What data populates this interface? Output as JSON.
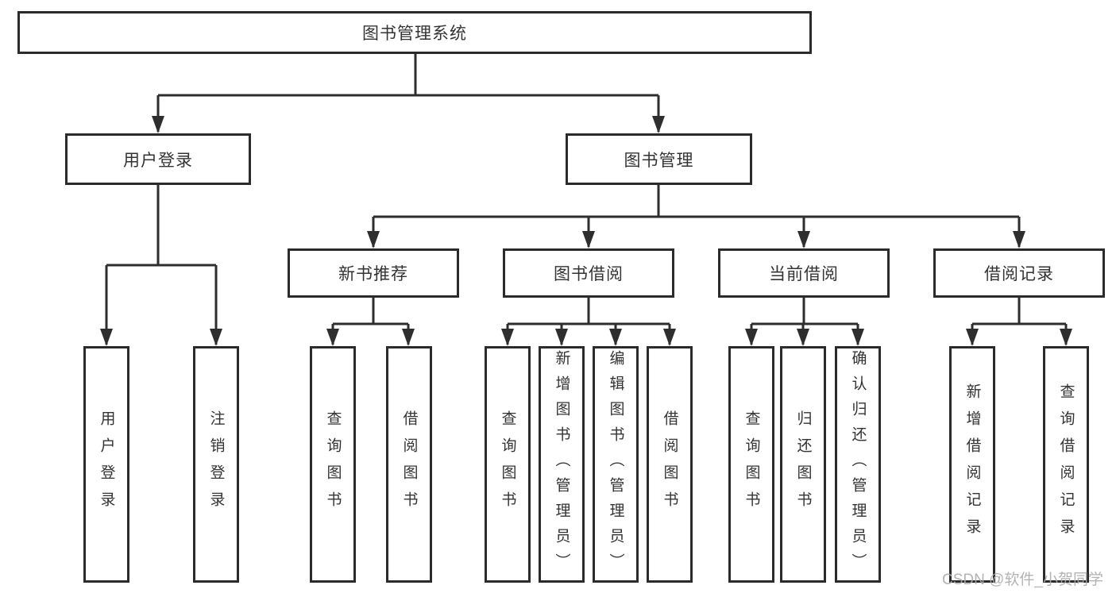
{
  "diagram": {
    "title": "图书管理系统",
    "branches": [
      {
        "label": "用户登录",
        "children": [
          {
            "label": "用户登录"
          },
          {
            "label": "注销登录"
          }
        ]
      },
      {
        "label": "图书管理",
        "children": [
          {
            "label": "新书推荐",
            "children": [
              {
                "label": "查询图书"
              },
              {
                "label": "借阅图书"
              }
            ]
          },
          {
            "label": "图书借阅",
            "children": [
              {
                "label": "查询图书"
              },
              {
                "label": "新增图书（管理员）"
              },
              {
                "label": "编辑图书（管理员）"
              },
              {
                "label": "借阅图书"
              }
            ]
          },
          {
            "label": "当前借阅",
            "children": [
              {
                "label": "查询图书"
              },
              {
                "label": "归还图书"
              },
              {
                "label": "确认归还（管理员）"
              }
            ]
          },
          {
            "label": "借阅记录",
            "children": [
              {
                "label": "新增借阅记录"
              },
              {
                "label": "查询借阅记录"
              }
            ]
          }
        ]
      }
    ]
  },
  "watermark": {
    "text": "CSDN @软件_小贺同学"
  },
  "colors": {
    "line": "#2e2e2e",
    "box_border": "#2b2b2b",
    "text": "#333333",
    "background": "#ffffff",
    "watermark": "#ababab"
  }
}
